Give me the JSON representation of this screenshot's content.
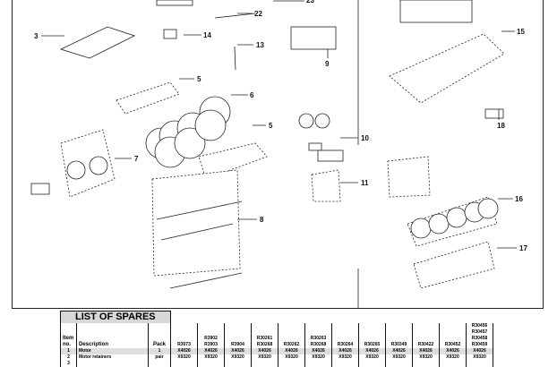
{
  "diagram": {
    "callouts": [
      "23",
      "22",
      "3",
      "14",
      "13",
      "9",
      "15",
      "5",
      "6",
      "5",
      "18",
      "10",
      "7",
      "11",
      "16",
      "8",
      "17"
    ]
  },
  "spares": {
    "title": "LIST OF SPARES",
    "headers": {
      "item": "Item no.",
      "description": "Description",
      "pack": "Pack"
    },
    "columns": [
      "R3073",
      "R3902\nR3903",
      "R3904",
      "R30261\nR30268",
      "R30262",
      "R30263\nR30268",
      "R30264",
      "R30265",
      "R30349",
      "R30422",
      "R30452",
      "R30456\nR30457\nR30458\nR30459"
    ],
    "rows": [
      {
        "no": "1",
        "description": "Motor",
        "pack": "1",
        "values": [
          "X4026",
          "X4026",
          "X4026",
          "X4026",
          "X4026",
          "X4026",
          "X4026",
          "X4026",
          "X4026",
          "X4026",
          "X4026",
          "X4026"
        ]
      },
      {
        "no": "2",
        "description": "Motor retainers",
        "pack": "pair",
        "values": [
          "X9320",
          "X9320",
          "X9320",
          "X9320",
          "X9320",
          "X9320",
          "X9320",
          "X9320",
          "X9320",
          "X9320",
          "X9320",
          "X9320"
        ]
      },
      {
        "no": "3",
        "description": "",
        "pack": "",
        "values": []
      }
    ]
  }
}
